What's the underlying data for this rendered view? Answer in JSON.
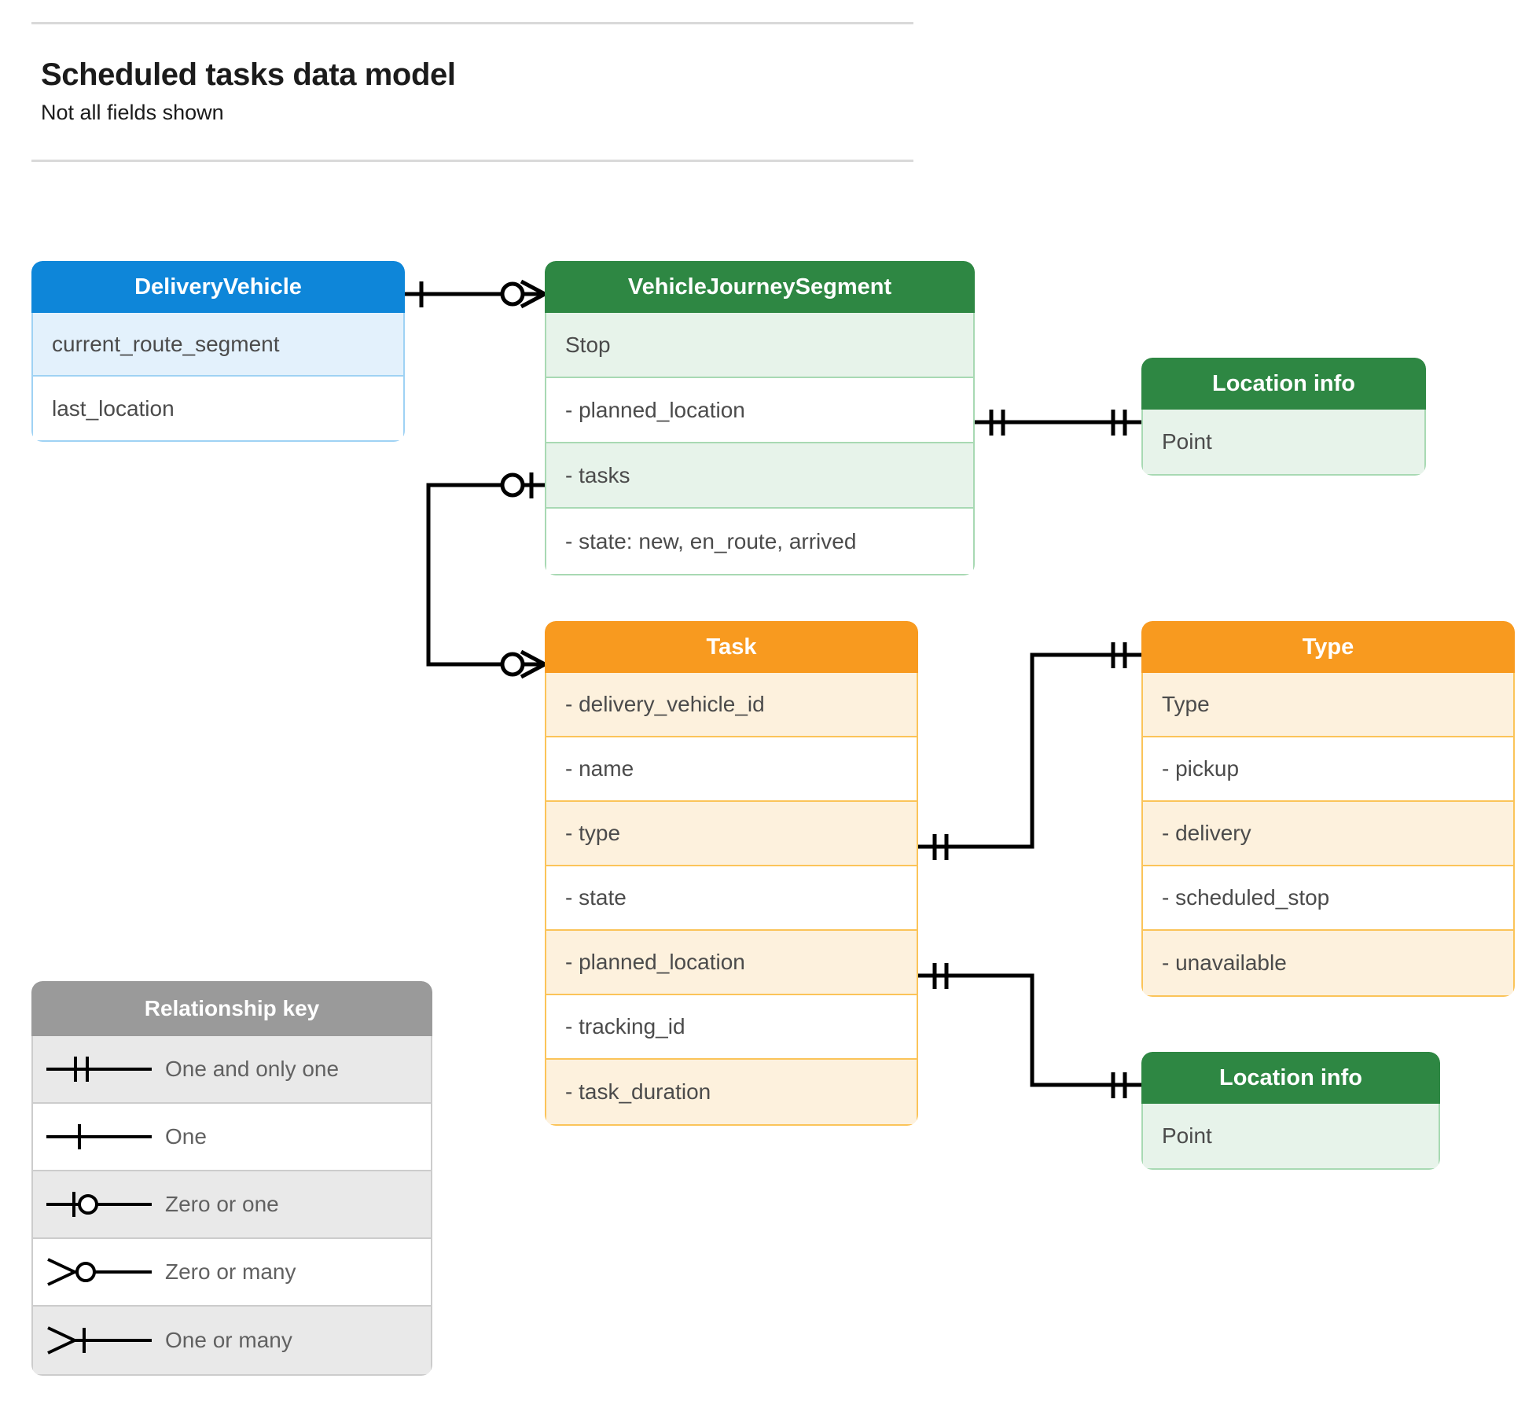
{
  "header": {
    "title": "Scheduled tasks data model",
    "subtitle": "Not all fields shown"
  },
  "entities": [
    {
      "id": "deliveryvehicle",
      "title": "DeliveryVehicle",
      "color": "#0e86d9",
      "rows": [
        "current_route_segment",
        "last_location"
      ]
    },
    {
      "id": "vehiclejourneysegment",
      "title": "VehicleJourneySegment",
      "color": "#2e8743",
      "rows": [
        "Stop",
        "-  planned_location",
        "- tasks",
        "- state: new, en_route, arrived"
      ]
    },
    {
      "id": "location-top",
      "title": "Location info",
      "color": "#2e8743",
      "rows": [
        "Point"
      ]
    },
    {
      "id": "task",
      "title": "Task",
      "color": "#f89a1f",
      "rows": [
        "- delivery_vehicle_id",
        "- name",
        "- type",
        "- state",
        "- planned_location",
        "- tracking_id",
        "- task_duration"
      ]
    },
    {
      "id": "type",
      "title": "Type",
      "color": "#f89a1f",
      "rows": [
        "Type",
        "-  pickup",
        "-  delivery",
        "-  scheduled_stop",
        "-  unavailable"
      ]
    },
    {
      "id": "location-bottom",
      "title": "Location info",
      "color": "#2e8743",
      "rows": [
        "Point"
      ]
    }
  ],
  "legend": {
    "title": "Relationship key",
    "items": [
      {
        "symbol": "one-and-only-one",
        "label": "One and only one"
      },
      {
        "symbol": "one",
        "label": "One"
      },
      {
        "symbol": "zero-or-one",
        "label": "Zero or one"
      },
      {
        "symbol": "zero-or-many",
        "label": "Zero or many"
      },
      {
        "symbol": "one-or-many",
        "label": "One or many"
      }
    ]
  },
  "relationships": [
    {
      "from": "DeliveryVehicle",
      "from_card": "one",
      "to": "VehicleJourneySegment",
      "to_card": "zero-or-many"
    },
    {
      "from": "VehicleJourneySegment.tasks",
      "from_card": "zero-or-one",
      "to": "Task",
      "to_card": "zero-or-many"
    },
    {
      "from": "VehicleJourneySegment.planned_location",
      "from_card": "one-and-only-one",
      "to": "Location info",
      "to_card": "one-and-only-one"
    },
    {
      "from": "Task.type",
      "from_card": "one-and-only-one",
      "to": "Type",
      "to_card": "one-and-only-one"
    },
    {
      "from": "Task.planned_location",
      "from_card": "one-and-only-one",
      "to": "Location info",
      "to_card": "one-and-only-one"
    }
  ],
  "colors": {
    "blue": "#0e86d9",
    "green": "#2e8743",
    "orange": "#f89a1f",
    "gray": "#9a9a9a",
    "line": "#000000"
  }
}
